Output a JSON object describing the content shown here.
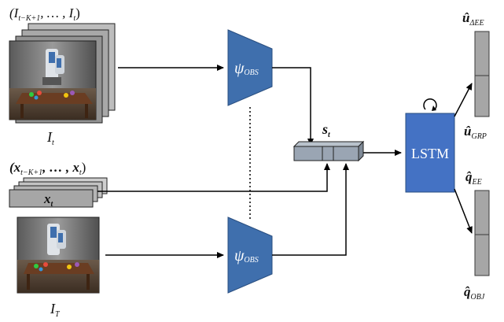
{
  "inputs": {
    "image_sequence_label": "(I",
    "image_sequence_sub1": "t−K+1",
    "image_sequence_mid": ", … , I",
    "image_sequence_sub2": "t",
    "image_sequence_close": ")",
    "current_image_label": "I",
    "current_image_sub": "t",
    "state_sequence_label": "(x",
    "state_sequence_sub1": "t−K+1",
    "state_sequence_mid": ", … , x",
    "state_sequence_sub2": "t",
    "state_sequence_close": ")",
    "state_box_label": "x",
    "state_box_sub": "t",
    "target_image_label": "I",
    "target_image_sub": "T"
  },
  "encoder": {
    "top_label": "ψ",
    "top_sub": "OBS",
    "bottom_label": "ψ",
    "bottom_sub": "OBS"
  },
  "state": {
    "label": "s",
    "sub": "t"
  },
  "lstm": {
    "label": "LSTM"
  },
  "outputs": {
    "u_ee_label": "û",
    "u_ee_sub": "ΔEE",
    "u_grp_label": "û",
    "u_grp_sub": "GRP",
    "q_ee_label": "q̂",
    "q_ee_sub": "EE",
    "q_obj_label": "q̂",
    "q_obj_sub": "OBJ"
  },
  "colors": {
    "encoder_fill": "#3f6fad",
    "encoder_stroke": "#2a4f80",
    "lstm_fill": "#4472c4",
    "bar_fill": "#a6a6a6",
    "bar_stroke": "#3a3a3a",
    "state_fill": "#9aa5b3"
  }
}
